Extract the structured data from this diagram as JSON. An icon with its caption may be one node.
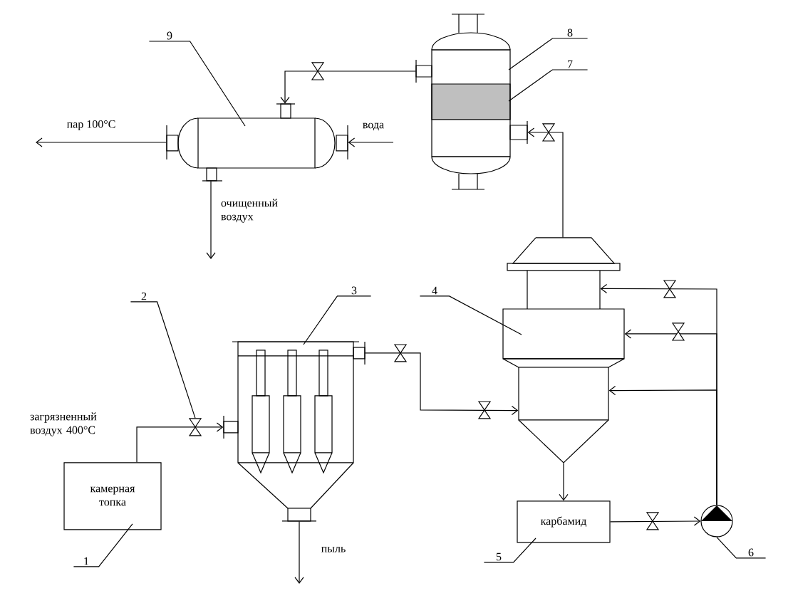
{
  "diagram": {
    "nodes": [
      {
        "text": [
          "9"
        ]
      },
      {
        "text": [],
        "shape": "cylinder"
      },
      {
        "text": [
          "8"
        ]
      },
      {
        "text": [
          "7"
        ]
      },
      {
        "text": [],
        "shape": "cylinder"
      },
      {
        "text": [
          "4"
        ]
      },
      {
        "text": [],
        "shape": "cylinder"
      },
      {
        "text": [
          "2"
        ]
      },
      {
        "text": [
          "3"
        ]
      },
      {
        "text": [],
        "shape": "cylinder"
      },
      {
        "text": [
          "камерная топка"
        ]
      },
      {
        "text": [
          "1"
        ]
      },
      {
        "text": [
          "карбамид"
        ]
      },
      {
        "text": [
          "5"
        ]
      },
      {
        "text": [],
        "shape": "circle"
      },
      {
        "text": [
          "6"
        ]
      },
      {
        "text": [],
        "shape": "valve"
      }
    ],
    "edges": [
      {
        "from": 0,
        "to": 1,
        "arrow": "none"
      },
      {
        "from": 2,
        "to": 4,
        "arrow": "none"
      },
      {
        "from": 3,
        "to": 4,
        "arrow": "none"
      },
      {
        "from": 4,
        "to": 1,
        "arrow": "to"
      },
      {
        "from": 1,
        "to": null,
        "arrow": "to",
        "label": "пар 100°С"
      },
      {
        "from": null,
        "to": 1,
        "arrow": "to",
        "label": "вода"
      },
      {
        "from": 1,
        "to": null,
        "arrow": "to",
        "label": "очищенный воздух"
      },
      {
        "from": 6,
        "to": 4,
        "arrow": "to"
      },
      {
        "from": 5,
        "to": 6,
        "arrow": "none"
      },
      {
        "from": 7,
        "to": 16,
        "arrow": "none"
      },
      {
        "from": 8,
        "to": 9,
        "arrow": "none"
      },
      {
        "from": 10,
        "to": 9,
        "arrow": "to",
        "label": "загрязненный воздух 400°С"
      },
      {
        "from": 9,
        "to": 6,
        "arrow": "to"
      },
      {
        "from": 9,
        "to": null,
        "arrow": "to",
        "label": "пыль"
      },
      {
        "from": 11,
        "to": 10,
        "arrow": "none"
      },
      {
        "from": 6,
        "to": 12,
        "arrow": "to"
      },
      {
        "from": 12,
        "to": 14,
        "arrow": "to"
      },
      {
        "from": 13,
        "to": 12,
        "arrow": "none"
      },
      {
        "from": 14,
        "to": 6,
        "arrow": "to"
      },
      {
        "from": 14,
        "to": 6,
        "arrow": "to"
      },
      {
        "from": 14,
        "to": 6,
        "arrow": "to"
      },
      {
        "from": 15,
        "to": 14,
        "arrow": "none"
      }
    ]
  }
}
